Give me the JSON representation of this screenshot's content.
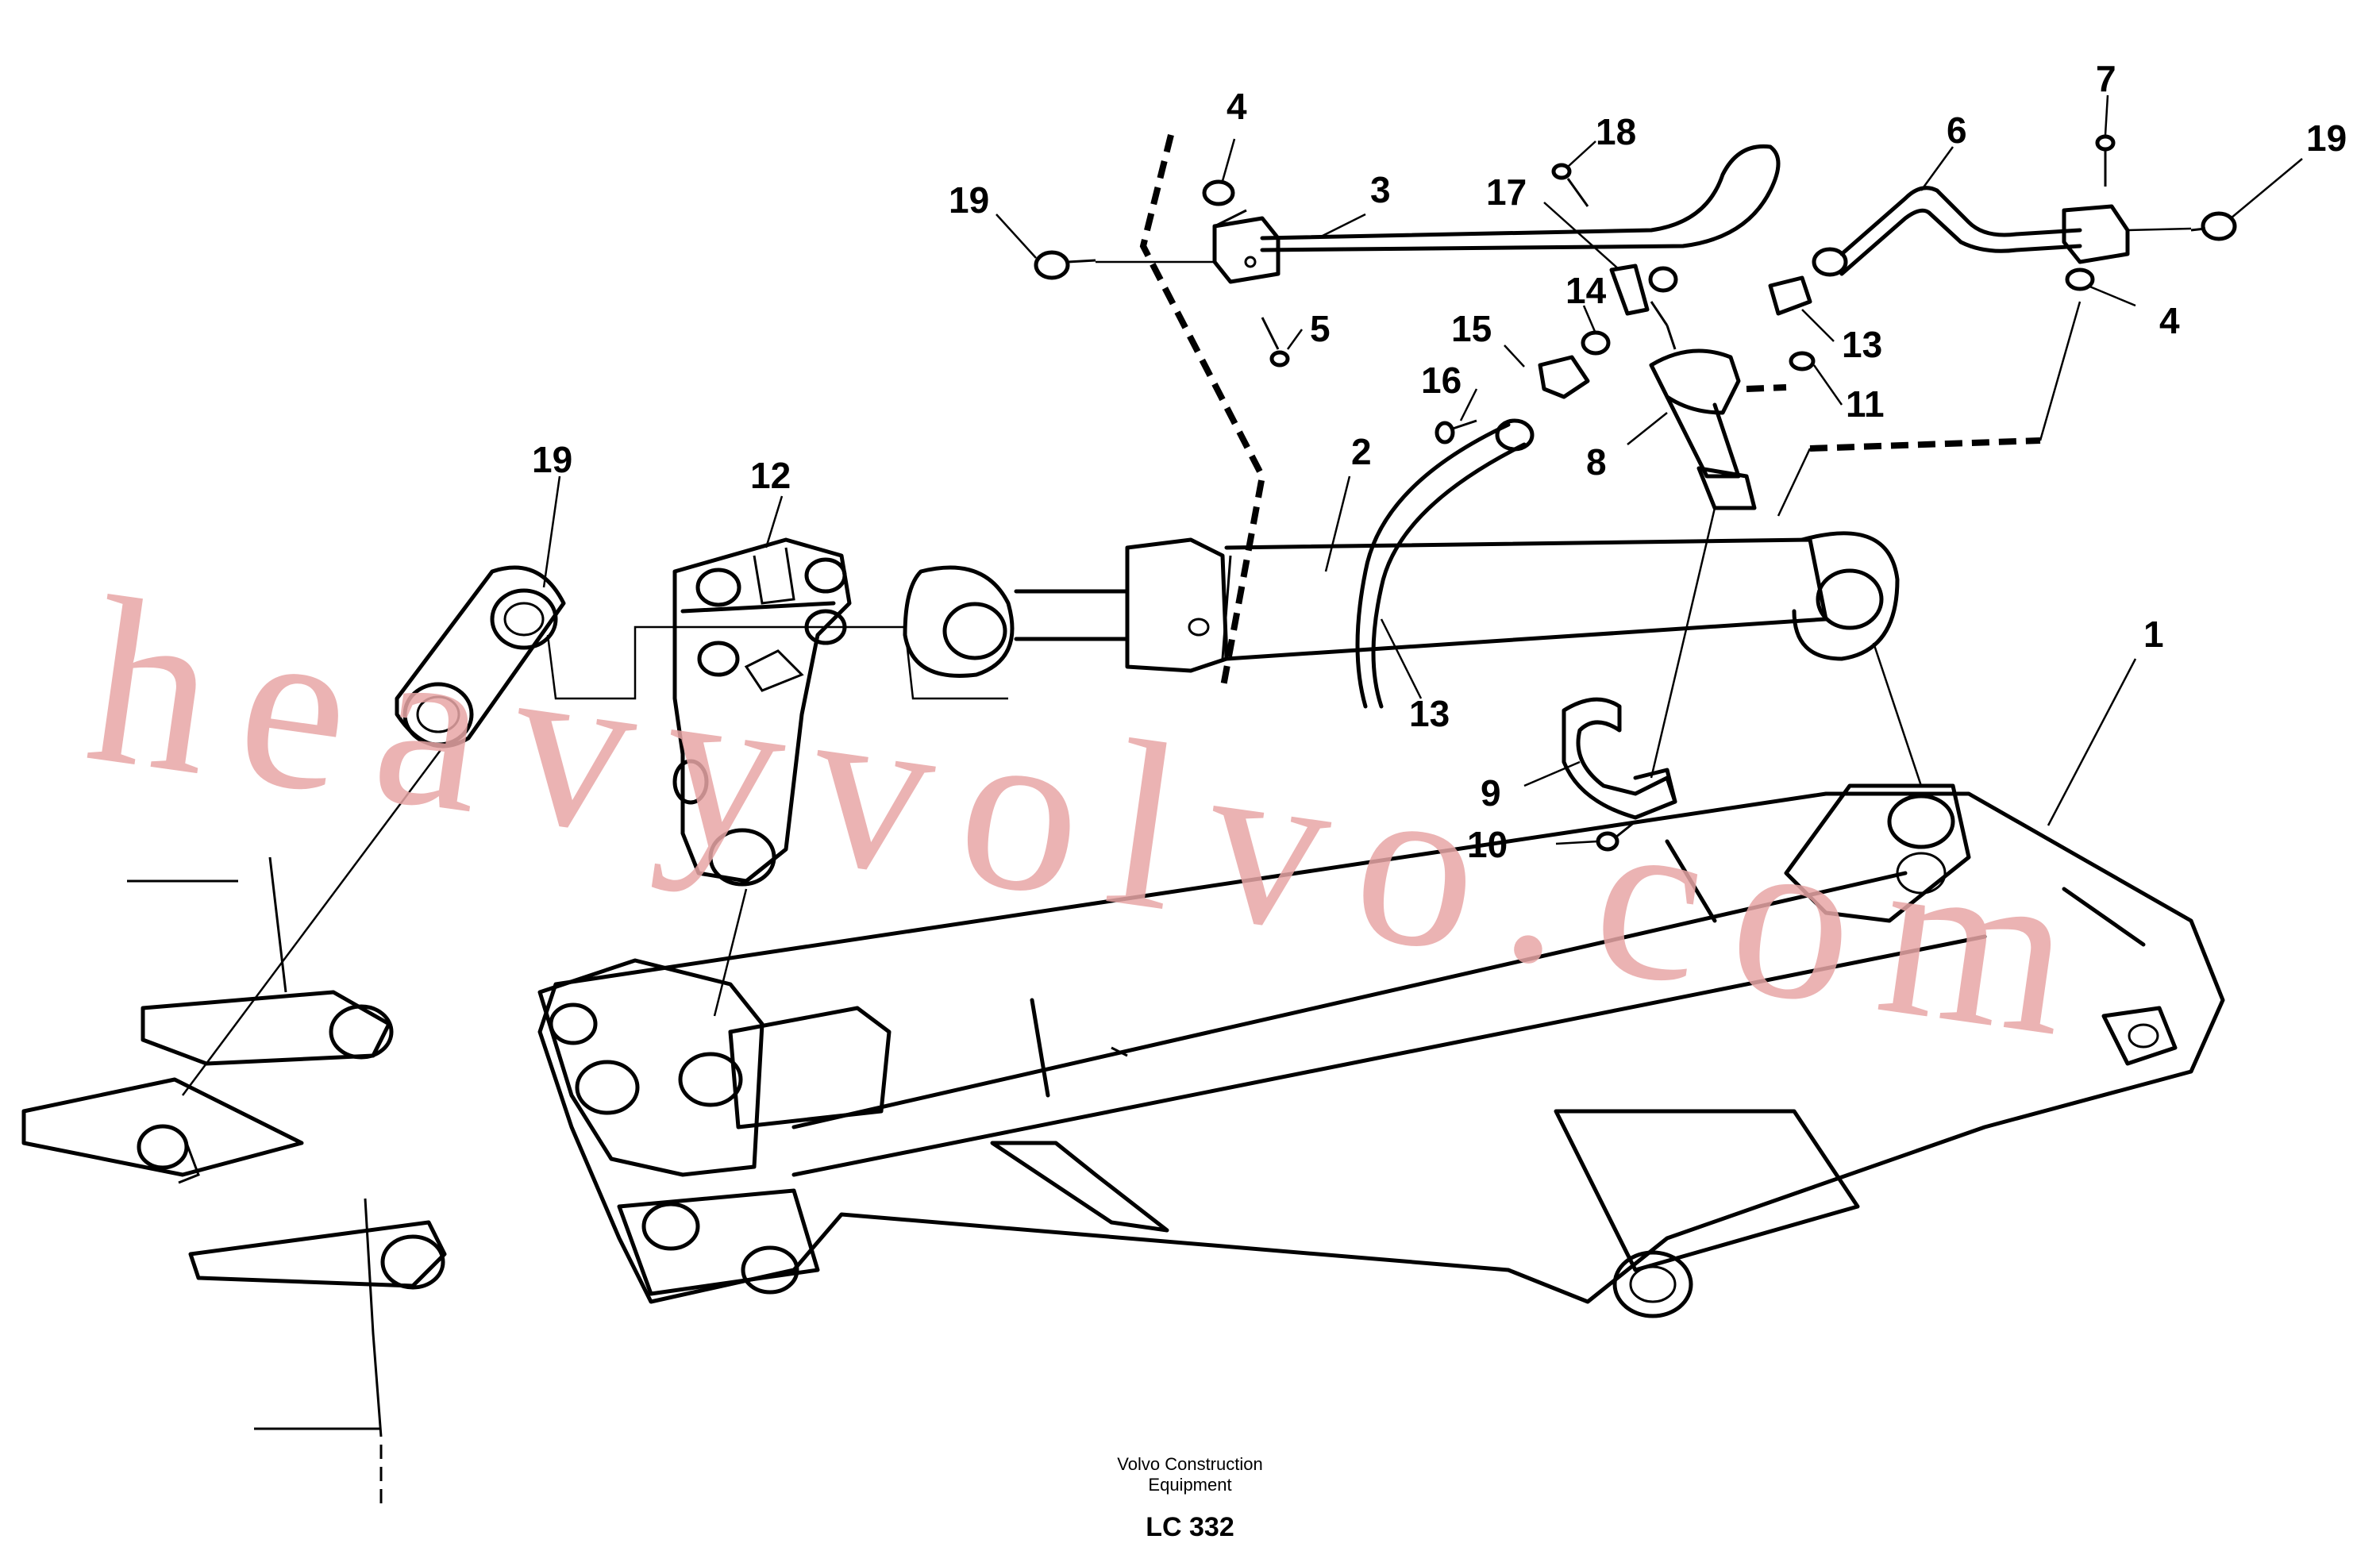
{
  "watermark": "heavyvolvo.com",
  "callouts": [
    {
      "id": "c1",
      "label": "1"
    },
    {
      "id": "c2",
      "label": "2"
    },
    {
      "id": "c3",
      "label": "3"
    },
    {
      "id": "c4a",
      "label": "4"
    },
    {
      "id": "c4b",
      "label": "4"
    },
    {
      "id": "c5",
      "label": "5"
    },
    {
      "id": "c6",
      "label": "6"
    },
    {
      "id": "c7",
      "label": "7"
    },
    {
      "id": "c8",
      "label": "8"
    },
    {
      "id": "c9",
      "label": "9"
    },
    {
      "id": "c10",
      "label": "10"
    },
    {
      "id": "c11",
      "label": "11"
    },
    {
      "id": "c12",
      "label": "12"
    },
    {
      "id": "c13a",
      "label": "13"
    },
    {
      "id": "c13b",
      "label": "13"
    },
    {
      "id": "c14",
      "label": "14"
    },
    {
      "id": "c15",
      "label": "15"
    },
    {
      "id": "c16",
      "label": "16"
    },
    {
      "id": "c17",
      "label": "17"
    },
    {
      "id": "c18",
      "label": "18"
    },
    {
      "id": "c19a",
      "label": "19"
    },
    {
      "id": "c19b",
      "label": "19"
    },
    {
      "id": "c19c",
      "label": "19"
    }
  ],
  "footer": {
    "company_line1": "Volvo Construction",
    "company_line2": "Equipment",
    "code": "LC 332"
  }
}
